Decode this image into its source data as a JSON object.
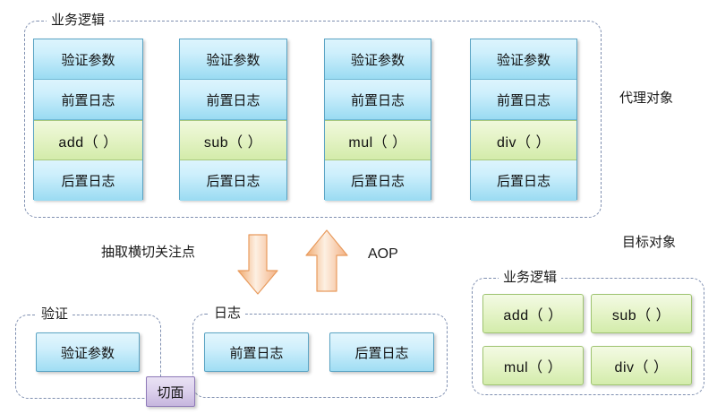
{
  "diagram": {
    "title_proxy": "代理对象",
    "title_target": "目标对象"
  },
  "proxy_section": {
    "group_label": "业务逻辑",
    "side_label": "代理对象",
    "stacks": [
      {
        "method": "add（ ）",
        "cells": [
          "验证参数",
          "前置日志",
          "add（ ）",
          "后置日志"
        ]
      },
      {
        "method": "sub（ ）",
        "cells": [
          "验证参数",
          "前置日志",
          "sub（ ）",
          "后置日志"
        ]
      },
      {
        "method": "mul（ ）",
        "cells": [
          "验证参数",
          "前置日志",
          "mul（ ）",
          "后置日志"
        ]
      },
      {
        "method": "div（ ）",
        "cells": [
          "验证参数",
          "前置日志",
          "div（ ）",
          "后置日志"
        ]
      }
    ]
  },
  "middle": {
    "extract_label": "抽取横切关注点",
    "aop_label": "AOP",
    "down_arrow": "down-arrow-icon",
    "up_arrow": "up-arrow-icon",
    "arrow_color": "#f4b183"
  },
  "aspect_section": {
    "badge": "切面",
    "groups": [
      {
        "label": "验证",
        "chips": [
          "验证参数"
        ]
      },
      {
        "label": "日志",
        "chips": [
          "前置日志",
          "后置日志"
        ]
      }
    ]
  },
  "target_section": {
    "side_label": "目标对象",
    "group_label": "业务逻辑",
    "methods": [
      "add（ ）",
      "sub（ ）",
      "mul（ ）",
      "div（ ）"
    ]
  },
  "colors": {
    "blue_fill": "#bde9fb",
    "blue_border": "#5ba4c4",
    "green_fill": "#e2f3c4",
    "green_border": "#9fc471",
    "purple_fill": "#d6c9e8",
    "purple_border": "#8e79b8",
    "orange": "#f4b183",
    "dash_border": "#7f8fb0"
  }
}
